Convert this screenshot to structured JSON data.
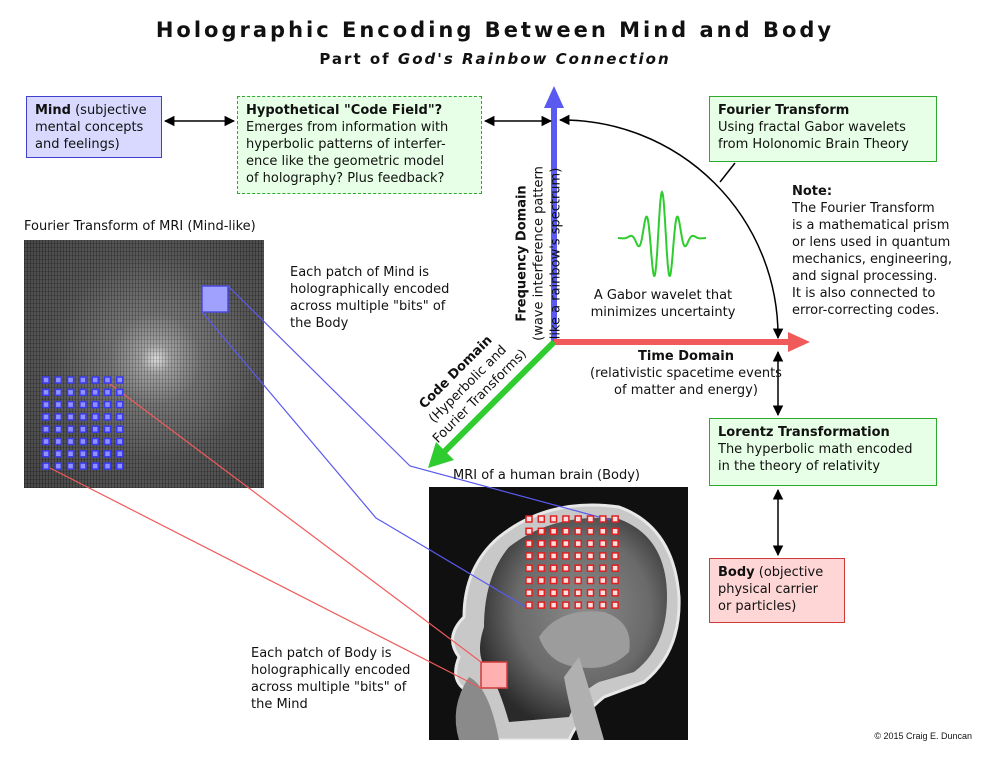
{
  "title": "Holographic Encoding Between Mind and Body",
  "subtitle": {
    "prefix": "Part of ",
    "italic": "God's Rainbow Connection"
  },
  "mind_box": {
    "heading": "Mind",
    "lines": [
      "(subjective",
      "mental concepts",
      "and feelings)"
    ]
  },
  "code_field_box": {
    "heading": "Hypothetical \"Code Field\"?",
    "lines": [
      "Emerges from information with",
      "hyperbolic patterns of interfer-",
      "ence like the geometric model",
      "of holography? Plus feedback?"
    ]
  },
  "fourier_box": {
    "heading": "Fourier Transform",
    "lines": [
      "Using fractal Gabor wavelets",
      "from Holonomic Brain Theory"
    ]
  },
  "note": {
    "heading": "Note:",
    "lines": [
      "The Fourier Transform",
      "is a mathematical prism",
      "or lens used in quantum",
      "mechanics, engineering,",
      "and signal processing.",
      "It is also connected to",
      "error-correcting codes."
    ]
  },
  "frequency_domain": {
    "heading": "Frequency Domain",
    "lines": [
      "(wave interference pattern",
      "like a rainbow's spectrum)"
    ]
  },
  "time_domain": {
    "heading": "Time Domain",
    "lines": [
      "(relativistic spacetime events",
      "of matter and energy)"
    ]
  },
  "code_domain": {
    "heading": "Code Domain",
    "lines": [
      "(Hyperbolic and",
      "Fourier Transforms)"
    ]
  },
  "gabor_caption": [
    "A Gabor wavelet that",
    "minimizes uncertainty"
  ],
  "lorentz_box": {
    "heading": "Lorentz Transformation",
    "lines": [
      "The hyperbolic math encoded",
      "in the theory of relativity"
    ]
  },
  "body_box": {
    "heading": "Body",
    "lines": [
      "(objective",
      "physical carrier",
      "or particles)"
    ]
  },
  "mri_fourier_label": "Fourier Transform of MRI (Mind-like)",
  "mind_patch_caption": [
    "Each patch of Mind is",
    "holographically encoded",
    "across multiple \"bits\" of",
    "the Body"
  ],
  "mri_brain_label": "MRI of a human brain (Body)",
  "body_patch_caption": [
    "Each patch of Body is",
    "holographically encoded",
    "across multiple \"bits\" of",
    "the Mind"
  ],
  "copyright": "© 2015 Craig E. Duncan",
  "colors": {
    "blue": "#5a5af0",
    "red": "#f05a5a",
    "green": "#2ecc2e",
    "mind_fill": "#d9d9ff",
    "body_fill": "#ffd6d6",
    "code_fill": "#e6ffe6"
  }
}
